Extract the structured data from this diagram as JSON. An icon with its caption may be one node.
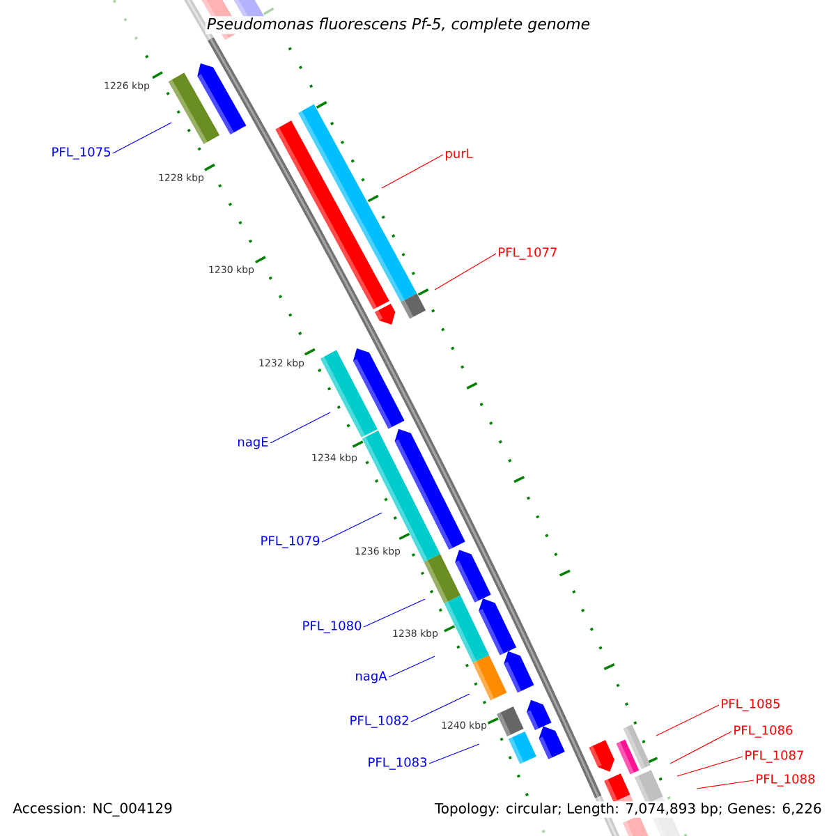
{
  "diagram": {
    "title": "Pseudomonas fluorescens Pf-5, complete genome",
    "nodes": [
      {
        "text": [
          "PFL_1075"
        ]
      },
      {
        "text": [
          "purL"
        ]
      },
      {
        "text": [
          "PFL_1077"
        ]
      },
      {
        "text": [
          "nagE"
        ]
      },
      {
        "text": [
          "PFL_1079"
        ]
      },
      {
        "text": [
          "PFL_1080"
        ]
      },
      {
        "text": [
          "nagA"
        ]
      },
      {
        "text": [
          "PFL_1082"
        ]
      },
      {
        "text": [
          "PFL_1083"
        ]
      },
      {
        "text": [
          "PFL_1085"
        ]
      },
      {
        "text": [
          "PFL_1086"
        ]
      },
      {
        "text": [
          "PFL_1087"
        ]
      },
      {
        "text": [
          "PFL_1088"
        ]
      }
    ],
    "edges": [
      {
        "from": 0,
        "to": null,
        "arrow": "none"
      },
      {
        "from": 1,
        "to": null,
        "arrow": "none",
        "color": "#ff0000"
      },
      {
        "from": 2,
        "to": null,
        "arrow": "none",
        "color": "#ff0000"
      },
      {
        "from": 3,
        "to": null,
        "arrow": "none"
      },
      {
        "from": 4,
        "to": null,
        "arrow": "none"
      },
      {
        "from": 5,
        "to": null,
        "arrow": "none"
      },
      {
        "from": 6,
        "to": null,
        "arrow": "none"
      },
      {
        "from": 7,
        "to": null,
        "arrow": "none"
      },
      {
        "from": 8,
        "to": null,
        "arrow": "none"
      },
      {
        "from": 9,
        "to": null,
        "arrow": "none",
        "color": "#ff0000"
      },
      {
        "from": 10,
        "to": null,
        "arrow": "none",
        "color": "#ff0000"
      },
      {
        "from": 11,
        "to": null,
        "arrow": "none",
        "color": "#ff0000"
      },
      {
        "from": 12,
        "to": null,
        "arrow": "none",
        "color": "#ff0000"
      }
    ],
    "labels": [
      "1226 kbp",
      "1228 kbp",
      "1230 kbp",
      "1232 kbp",
      "1234 kbp",
      "1236 kbp",
      "1238 kbp",
      "1240 kbp",
      "Accession: NC_004129",
      "Topology: circular; Length: 7,074,893 bp; Genes: 6,226"
    ]
  }
}
